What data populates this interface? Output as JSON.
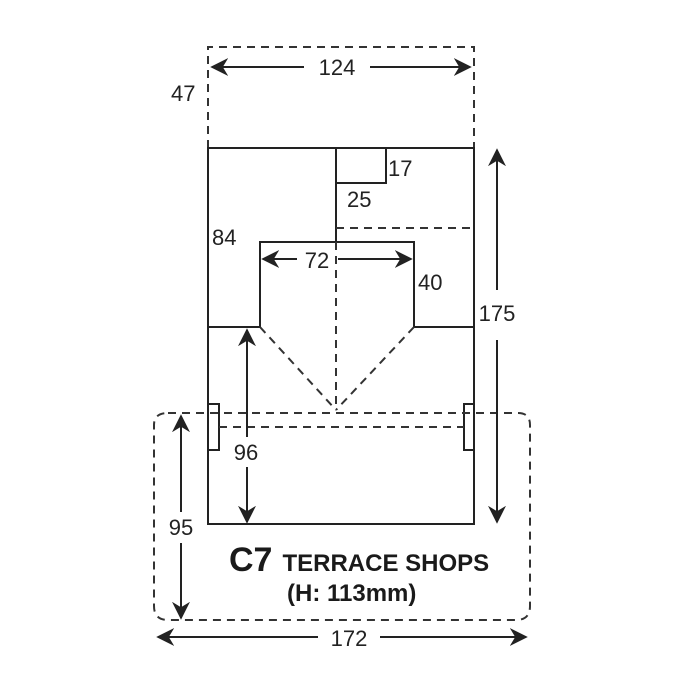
{
  "diagram": {
    "title": {
      "code": "C7",
      "name": "TERRACE SHOPS",
      "height_note": "(H: 113mm)"
    },
    "dimensions": {
      "top_width": "124",
      "top_extension_height": "47",
      "small_box_height": "17",
      "small_box_width": "25",
      "left_block_height": "84",
      "notch_width": "72",
      "notch_depth": "40",
      "total_height": "175",
      "lower_height": "96",
      "base_height": "95",
      "base_width": "172"
    },
    "colors": {
      "line": "#222222",
      "background": "#ffffff"
    }
  }
}
